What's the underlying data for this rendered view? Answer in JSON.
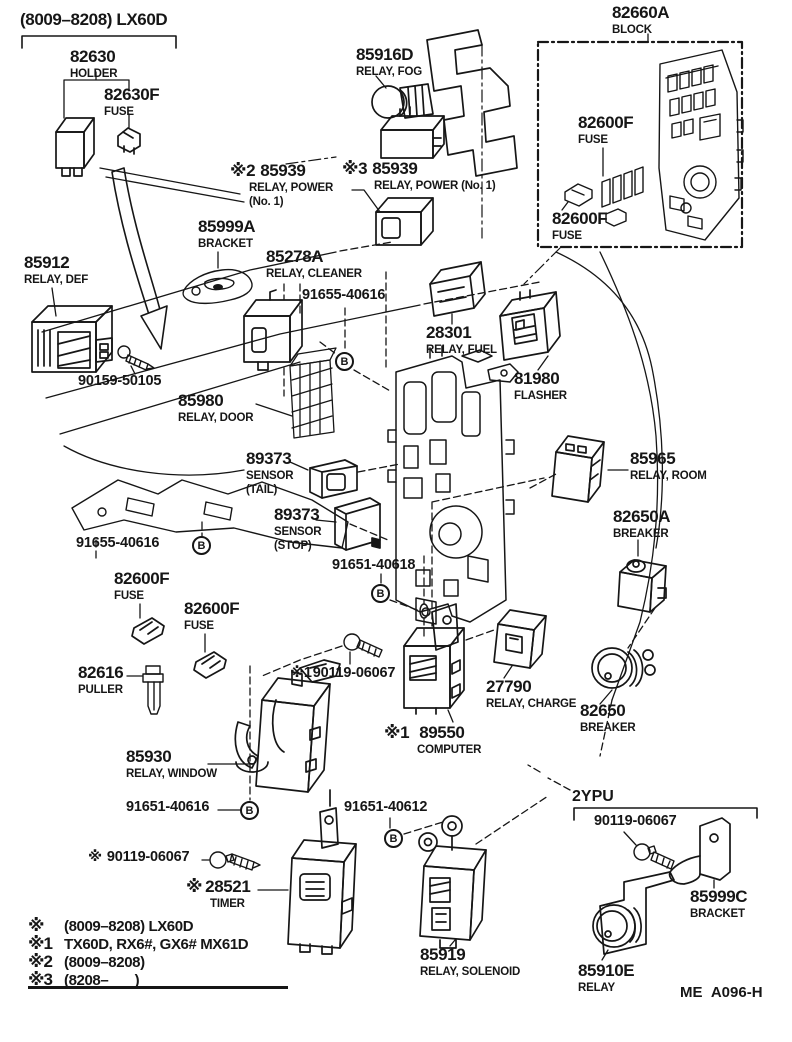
{
  "page": {
    "background": "#ffffff",
    "ink": "#161616",
    "header_note": "(8009–8208) LX60D",
    "doc_code": "ME  A096-H",
    "engine_group": "2YPU",
    "fastener_symbol": "B"
  },
  "fuse_block": {
    "number": "82660A",
    "name": "BLOCK"
  },
  "parts": {
    "p82630": {
      "number": "82630",
      "name": "HOLDER"
    },
    "p82630f": {
      "number": "82630F",
      "name": "FUSE"
    },
    "p85916d": {
      "number": "85916D",
      "name": "RELAY, FOG"
    },
    "p85939a": {
      "prefix": "※2",
      "number": "85939",
      "name": "RELAY, POWER",
      "name2": "(No. 1)"
    },
    "p85939b": {
      "prefix": "※3",
      "number": "85939",
      "name": "RELAY, POWER (No. 1)"
    },
    "p82600f_block_upper": {
      "number": "82600F",
      "name": "FUSE"
    },
    "p82600f_block_lower": {
      "number": "82600F",
      "name": "FUSE"
    },
    "p85999a": {
      "number": "85999A",
      "name": "BRACKET"
    },
    "p85278a": {
      "number": "85278A",
      "name": "RELAY, CLEANER"
    },
    "p91655_top": {
      "number": "91655-40616"
    },
    "p85912": {
      "number": "85912",
      "name": "RELAY, DEF"
    },
    "p90159": {
      "number": "90159-50105"
    },
    "p85980": {
      "number": "85980",
      "name": "RELAY, DOOR"
    },
    "p89373_tail": {
      "number": "89373",
      "name": "SENSOR",
      "name2": "(TAIL)"
    },
    "p89373_stop": {
      "number": "89373",
      "name": "SENSOR",
      "name2": "(STOP)"
    },
    "p28301": {
      "number": "28301",
      "name": "RELAY, FUEL"
    },
    "p81980": {
      "number": "81980",
      "name": "FLASHER"
    },
    "p85965": {
      "number": "85965",
      "name": "RELAY, ROOM"
    },
    "p82650a": {
      "number": "82650A",
      "name": "BREAKER"
    },
    "p91655_mid": {
      "number": "91655-40616"
    },
    "p82600f_left": {
      "number": "82600F",
      "name": "FUSE"
    },
    "p82600f_right": {
      "number": "82600F",
      "name": "FUSE"
    },
    "p82616": {
      "number": "82616",
      "name": "PULLER"
    },
    "p91651_40618": {
      "number": "91651-40618"
    },
    "p90119_center": {
      "prefix": "※1",
      "number": "90119-06067"
    },
    "p27790": {
      "number": "27790",
      "name": "RELAY, CHARGE"
    },
    "p89550": {
      "prefix": "※1",
      "number": "89550",
      "name": "COMPUTER"
    },
    "p82650": {
      "number": "82650",
      "name": "BREAKER"
    },
    "p85930": {
      "number": "85930",
      "name": "RELAY, WINDOW"
    },
    "p91651_40616": {
      "number": "91651-40616"
    },
    "p90119_left": {
      "prefix": "※",
      "number": "90119-06067"
    },
    "p28521": {
      "prefix": "※",
      "number": "28521",
      "name": "TIMER"
    },
    "p91651_40612": {
      "number": "91651-40612"
    },
    "p85919": {
      "number": "85919",
      "name": "RELAY, SOLENOID"
    },
    "p90119_2ypu": {
      "number": "90119-06067"
    },
    "p85999c": {
      "number": "85999C",
      "name": "BRACKET"
    },
    "p85910e": {
      "number": "85910E",
      "name": "RELAY"
    }
  },
  "legend": {
    "rows": [
      {
        "mark": "※",
        "text": "(8009–8208) LX60D"
      },
      {
        "mark": "※1",
        "text": "TX60D, RX6#, GX6# MX61D"
      },
      {
        "mark": "※2",
        "text": "(8009–8208)"
      },
      {
        "mark": "※3",
        "text": "(8208–       )"
      }
    ]
  }
}
